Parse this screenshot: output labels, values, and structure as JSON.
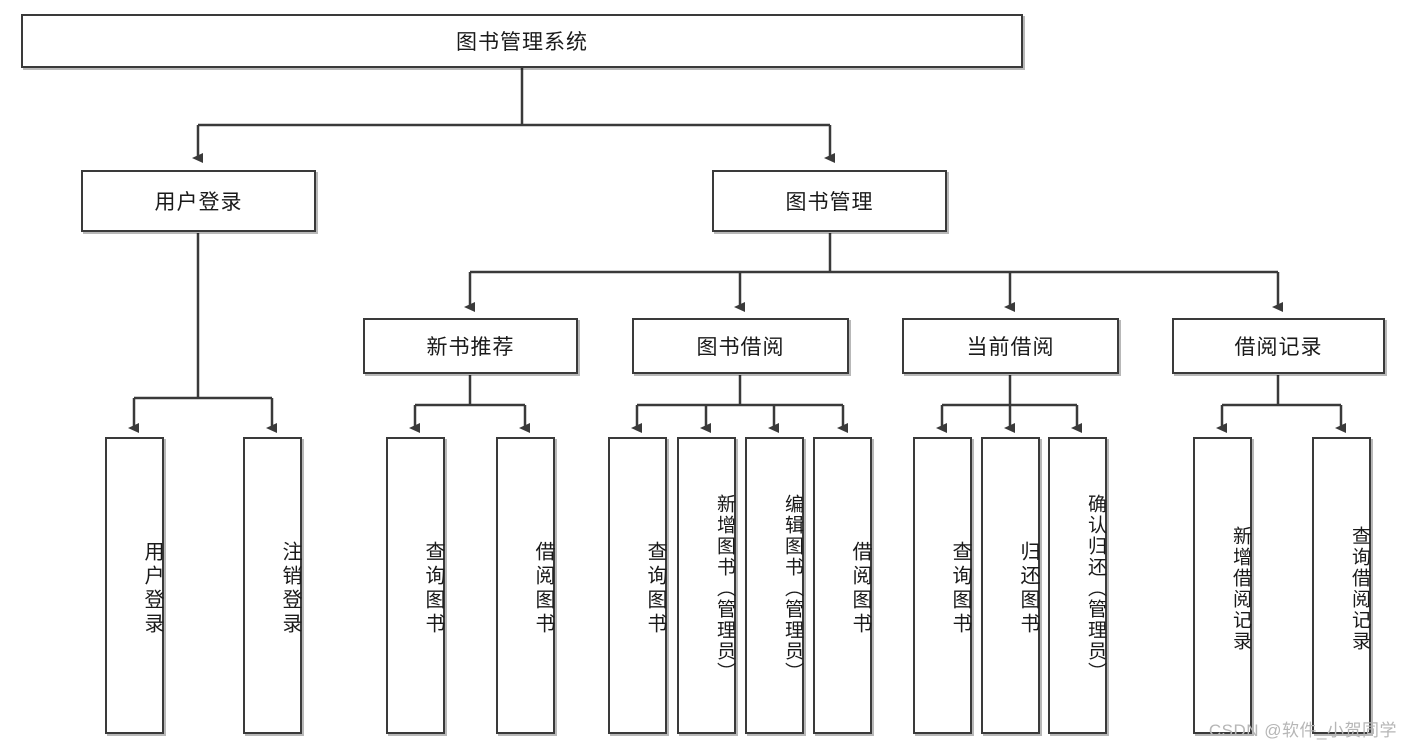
{
  "diagram": {
    "type": "tree",
    "title_node": {
      "label": "图书管理系统"
    },
    "level2": [
      {
        "label": "用户登录"
      },
      {
        "label": "图书管理"
      }
    ],
    "level3": [
      {
        "label": "新书推荐"
      },
      {
        "label": "图书借阅"
      },
      {
        "label": "当前借阅"
      },
      {
        "label": "借阅记录"
      }
    ],
    "leaves": {
      "user_login": [
        {
          "label": "用户登录"
        },
        {
          "label": "注销登录"
        }
      ],
      "new_book_recommend": [
        {
          "label": "查询图书"
        },
        {
          "label": "借阅图书"
        }
      ],
      "book_borrow": [
        {
          "label": "查询图书"
        },
        {
          "label": "新增图书（管理员）"
        },
        {
          "label": "编辑图书（管理员）"
        },
        {
          "label": "借阅图书"
        }
      ],
      "current_borrow": [
        {
          "label": "查询图书"
        },
        {
          "label": "归还图书"
        },
        {
          "label": "确认归还（管理员）"
        }
      ],
      "borrow_record": [
        {
          "label": "新增借阅记录"
        },
        {
          "label": "查询借阅记录"
        }
      ]
    }
  },
  "watermark": {
    "text": "CSDN @软件_小贺同学"
  },
  "colors": {
    "border": "#3a3a3a",
    "background": "#ffffff",
    "text": "#1a1a1a",
    "watermark": "#b6b6b6"
  }
}
